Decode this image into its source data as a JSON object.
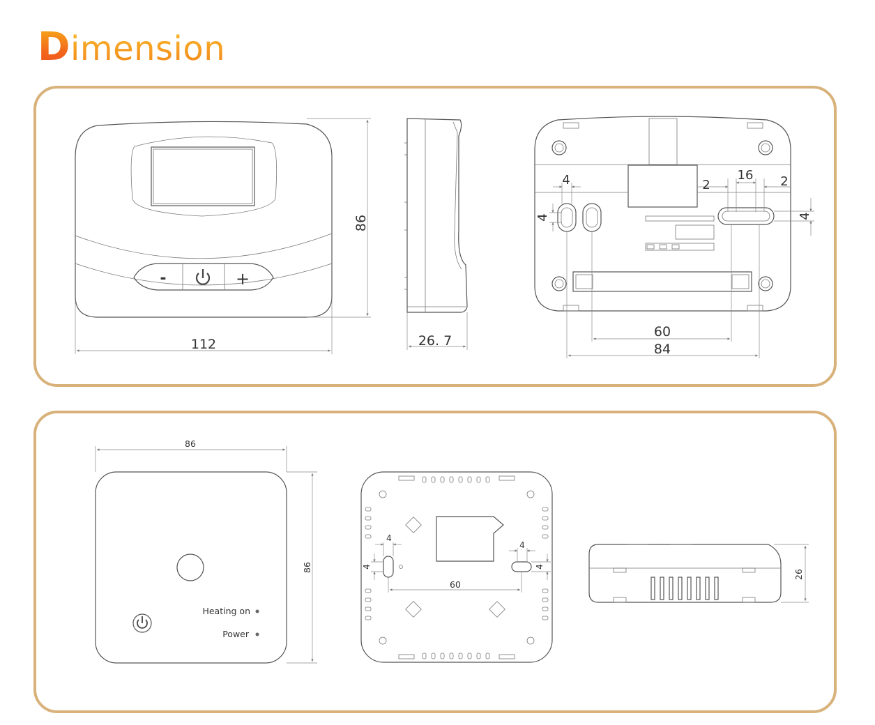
{
  "title": {
    "first_letter": "D",
    "rest": "imension"
  },
  "front_view": {
    "width": "112",
    "height": "86",
    "buttons": {
      "minus": "-",
      "plus": "+"
    }
  },
  "side_view": {
    "depth": "26. 7"
  },
  "back_view": {
    "hole_w_left": "4",
    "hole_h_left": "4",
    "slot_len": "16",
    "gap_left": "2",
    "gap_right": "2",
    "slot_h": "4",
    "hole_spacing": "60",
    "outer_spacing": "84"
  },
  "receiver_front": {
    "width": "86",
    "height": "86",
    "led_heating": "Heating on",
    "led_power": "Power"
  },
  "receiver_back": {
    "hole_w_left": "4",
    "hole_h_left": "4",
    "hole_w_right": "4",
    "hole_h_right": "4",
    "hole_spacing": "60"
  },
  "receiver_side": {
    "depth": "26"
  }
}
